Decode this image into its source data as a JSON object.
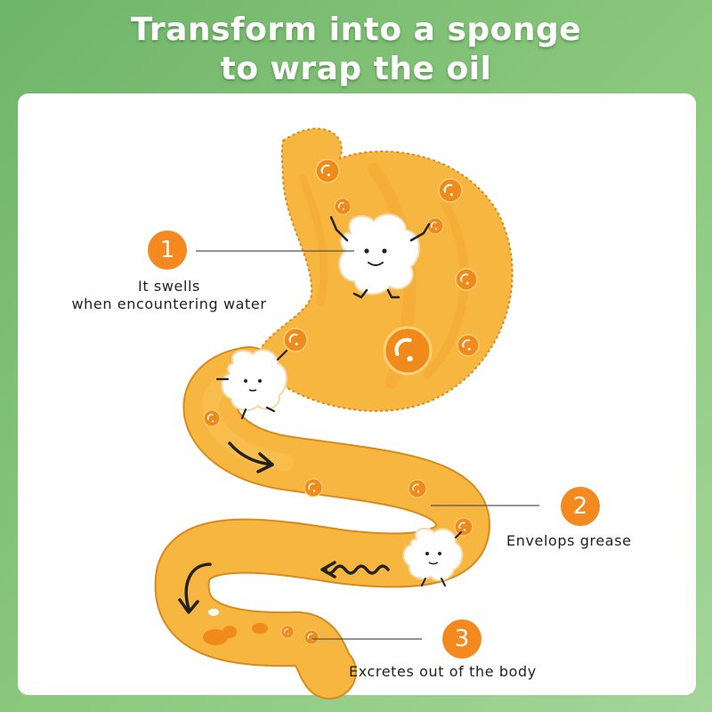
{
  "title": {
    "line1": "Transform into a sponge",
    "line2": "to wrap the oil"
  },
  "steps": [
    {
      "number": "1",
      "lines": [
        "It swells",
        "when encountering water"
      ]
    },
    {
      "number": "2",
      "lines": [
        "Envelops grease"
      ]
    },
    {
      "number": "3",
      "lines": [
        "Excretes out of the body"
      ]
    }
  ],
  "colors": {
    "background": "#7dbf72",
    "panel": "#ffffff",
    "organ": "#f7b640",
    "oil_droplet": "#f08a1a",
    "badge": "#f4891f",
    "text": "#222222"
  },
  "icons": [
    "sponge-character",
    "oil-droplet",
    "arrow-flow",
    "wavy-arrow"
  ]
}
